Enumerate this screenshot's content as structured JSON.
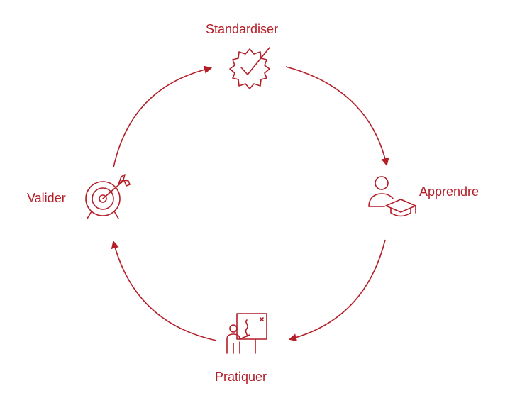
{
  "diagram": {
    "accent_color": "#b31e28",
    "steps": [
      {
        "label": "Standardiser",
        "icon": "gear-check-icon"
      },
      {
        "label": "Apprendre",
        "icon": "student-graduation-cap-icon"
      },
      {
        "label": "Pratiquer",
        "icon": "teacher-whiteboard-icon"
      },
      {
        "label": "Valider",
        "icon": "target-arrow-icon"
      }
    ],
    "flow_direction": "clockwise"
  }
}
